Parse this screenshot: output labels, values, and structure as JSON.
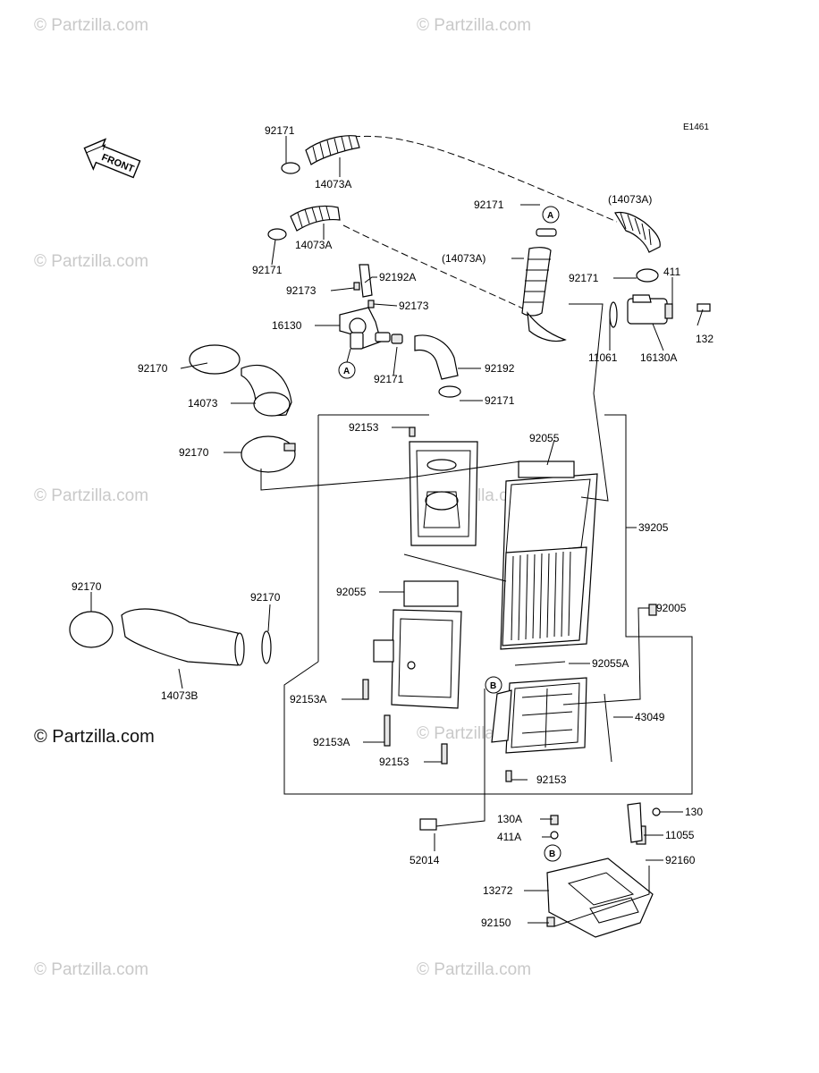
{
  "diagram_code": "E1461",
  "front_label": "FRONT",
  "watermarks": {
    "main": "© Partzilla.com",
    "faint": "© Partzilla.com"
  },
  "callouts": {
    "A": "A",
    "B": "B"
  },
  "labels": [
    {
      "id": "p92171a",
      "text": "92171"
    },
    {
      "id": "p14073a1",
      "text": "14073A"
    },
    {
      "id": "p14073a2",
      "text": "14073A"
    },
    {
      "id": "p92171b",
      "text": "92171"
    },
    {
      "id": "p92173a",
      "text": "92173"
    },
    {
      "id": "p92192a",
      "text": "92192A"
    },
    {
      "id": "p92173b",
      "text": "92173"
    },
    {
      "id": "p16130",
      "text": "16130"
    },
    {
      "id": "p92171c",
      "text": "92171"
    },
    {
      "id": "p14073a3",
      "text": "(14073A)"
    },
    {
      "id": "p14073a4",
      "text": "(14073A)"
    },
    {
      "id": "p92171d",
      "text": "92171"
    },
    {
      "id": "p411",
      "text": "411"
    },
    {
      "id": "p132",
      "text": "132"
    },
    {
      "id": "p11061",
      "text": "11061"
    },
    {
      "id": "p16130a",
      "text": "16130A"
    },
    {
      "id": "p92170a",
      "text": "92170"
    },
    {
      "id": "p14073",
      "text": "14073"
    },
    {
      "id": "p92171e",
      "text": "92171"
    },
    {
      "id": "p92192",
      "text": "92192"
    },
    {
      "id": "p92171f",
      "text": "92171"
    },
    {
      "id": "p92153a",
      "text": "92153"
    },
    {
      "id": "p92170b",
      "text": "92170"
    },
    {
      "id": "p92055a",
      "text": "92055"
    },
    {
      "id": "p39205",
      "text": "39205"
    },
    {
      "id": "p92170c",
      "text": "92170"
    },
    {
      "id": "p92170d",
      "text": "92170"
    },
    {
      "id": "p92055b",
      "text": "92055"
    },
    {
      "id": "p92005",
      "text": "92005"
    },
    {
      "id": "p14073b",
      "text": "14073B"
    },
    {
      "id": "p92055c",
      "text": "92055A"
    },
    {
      "id": "p92153b",
      "text": "92153A"
    },
    {
      "id": "p43049",
      "text": "43049"
    },
    {
      "id": "p92153c",
      "text": "92153A"
    },
    {
      "id": "p92153d",
      "text": "92153"
    },
    {
      "id": "p92153e",
      "text": "92153"
    },
    {
      "id": "p130a",
      "text": "130A"
    },
    {
      "id": "p130",
      "text": "130"
    },
    {
      "id": "p411a",
      "text": "411A"
    },
    {
      "id": "p11055",
      "text": "11055"
    },
    {
      "id": "p52014",
      "text": "52014"
    },
    {
      "id": "p92160",
      "text": "92160"
    },
    {
      "id": "p13272",
      "text": "13272"
    },
    {
      "id": "p92150",
      "text": "92150"
    }
  ]
}
